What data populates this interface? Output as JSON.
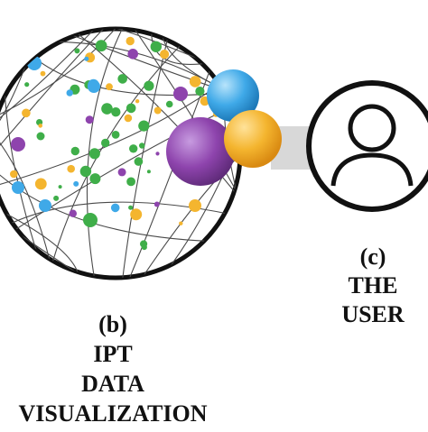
{
  "panel_b": {
    "letter": "(b)",
    "line1": "IPT",
    "line2": "DATA",
    "line3": "VISUALIZATION"
  },
  "panel_c": {
    "letter": "(c)",
    "line1": "THE",
    "line2": "USER"
  },
  "colors": {
    "outline": "#111111",
    "network_line": "#555555",
    "green": "#3fae49",
    "purple": "#8e44ad",
    "blue": "#3fa9e8",
    "orange": "#f4b52f",
    "connector": "#d8d8d8"
  },
  "icons": {
    "user": "user-silhouette-icon"
  }
}
